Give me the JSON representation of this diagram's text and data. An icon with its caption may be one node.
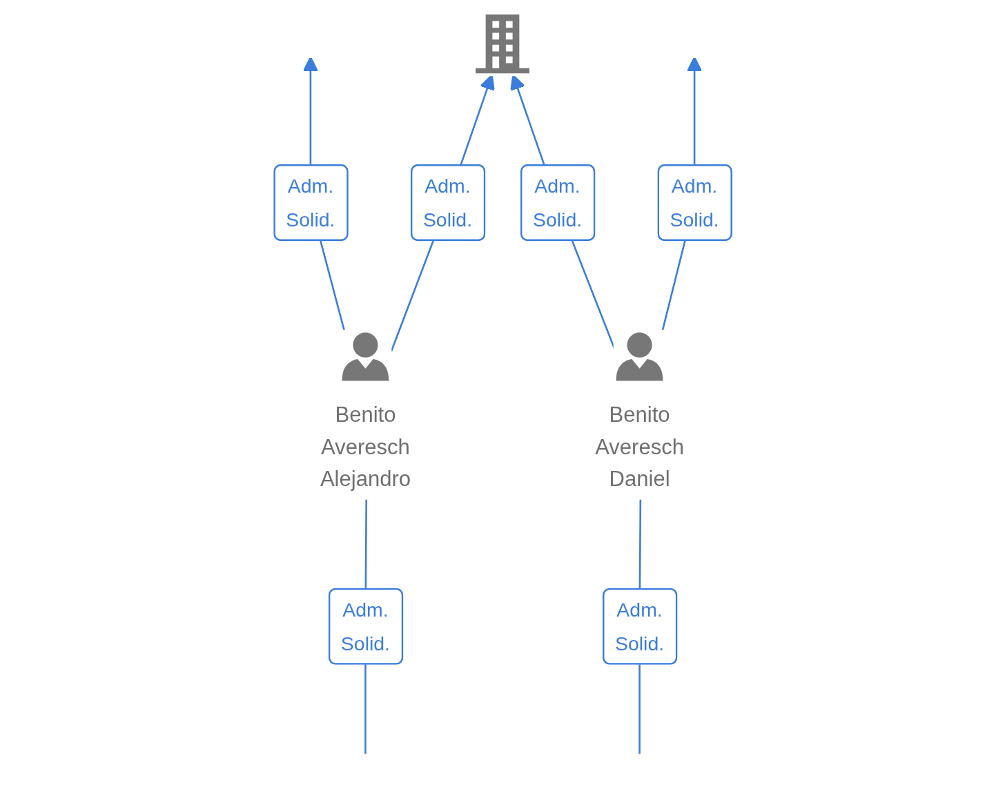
{
  "diagram": {
    "nodes": [
      {
        "text": [],
        "shape": "picture"
      },
      {
        "text": [
          "Benito Averesch Daniel"
        ]
      },
      {
        "text": [
          "Benito Averesch Alejandro"
        ]
      }
    ],
    "edges": [
      {
        "from": 2,
        "to": null,
        "arrow": "to",
        "label": "Adm. Solid."
      },
      {
        "from": 1,
        "to": null,
        "arrow": "to",
        "label": "Adm. Solid."
      },
      {
        "from": 2,
        "to": 0,
        "arrow": "to",
        "label": "Adm. Solid."
      },
      {
        "from": 1,
        "to": 0,
        "arrow": "to",
        "label": "Adm. Solid."
      },
      {
        "from": 2,
        "to": null,
        "arrow": "none",
        "label": "Adm. Solid."
      },
      {
        "from": 1,
        "to": null,
        "arrow": "none",
        "label": "Adm. Solid."
      }
    ]
  }
}
